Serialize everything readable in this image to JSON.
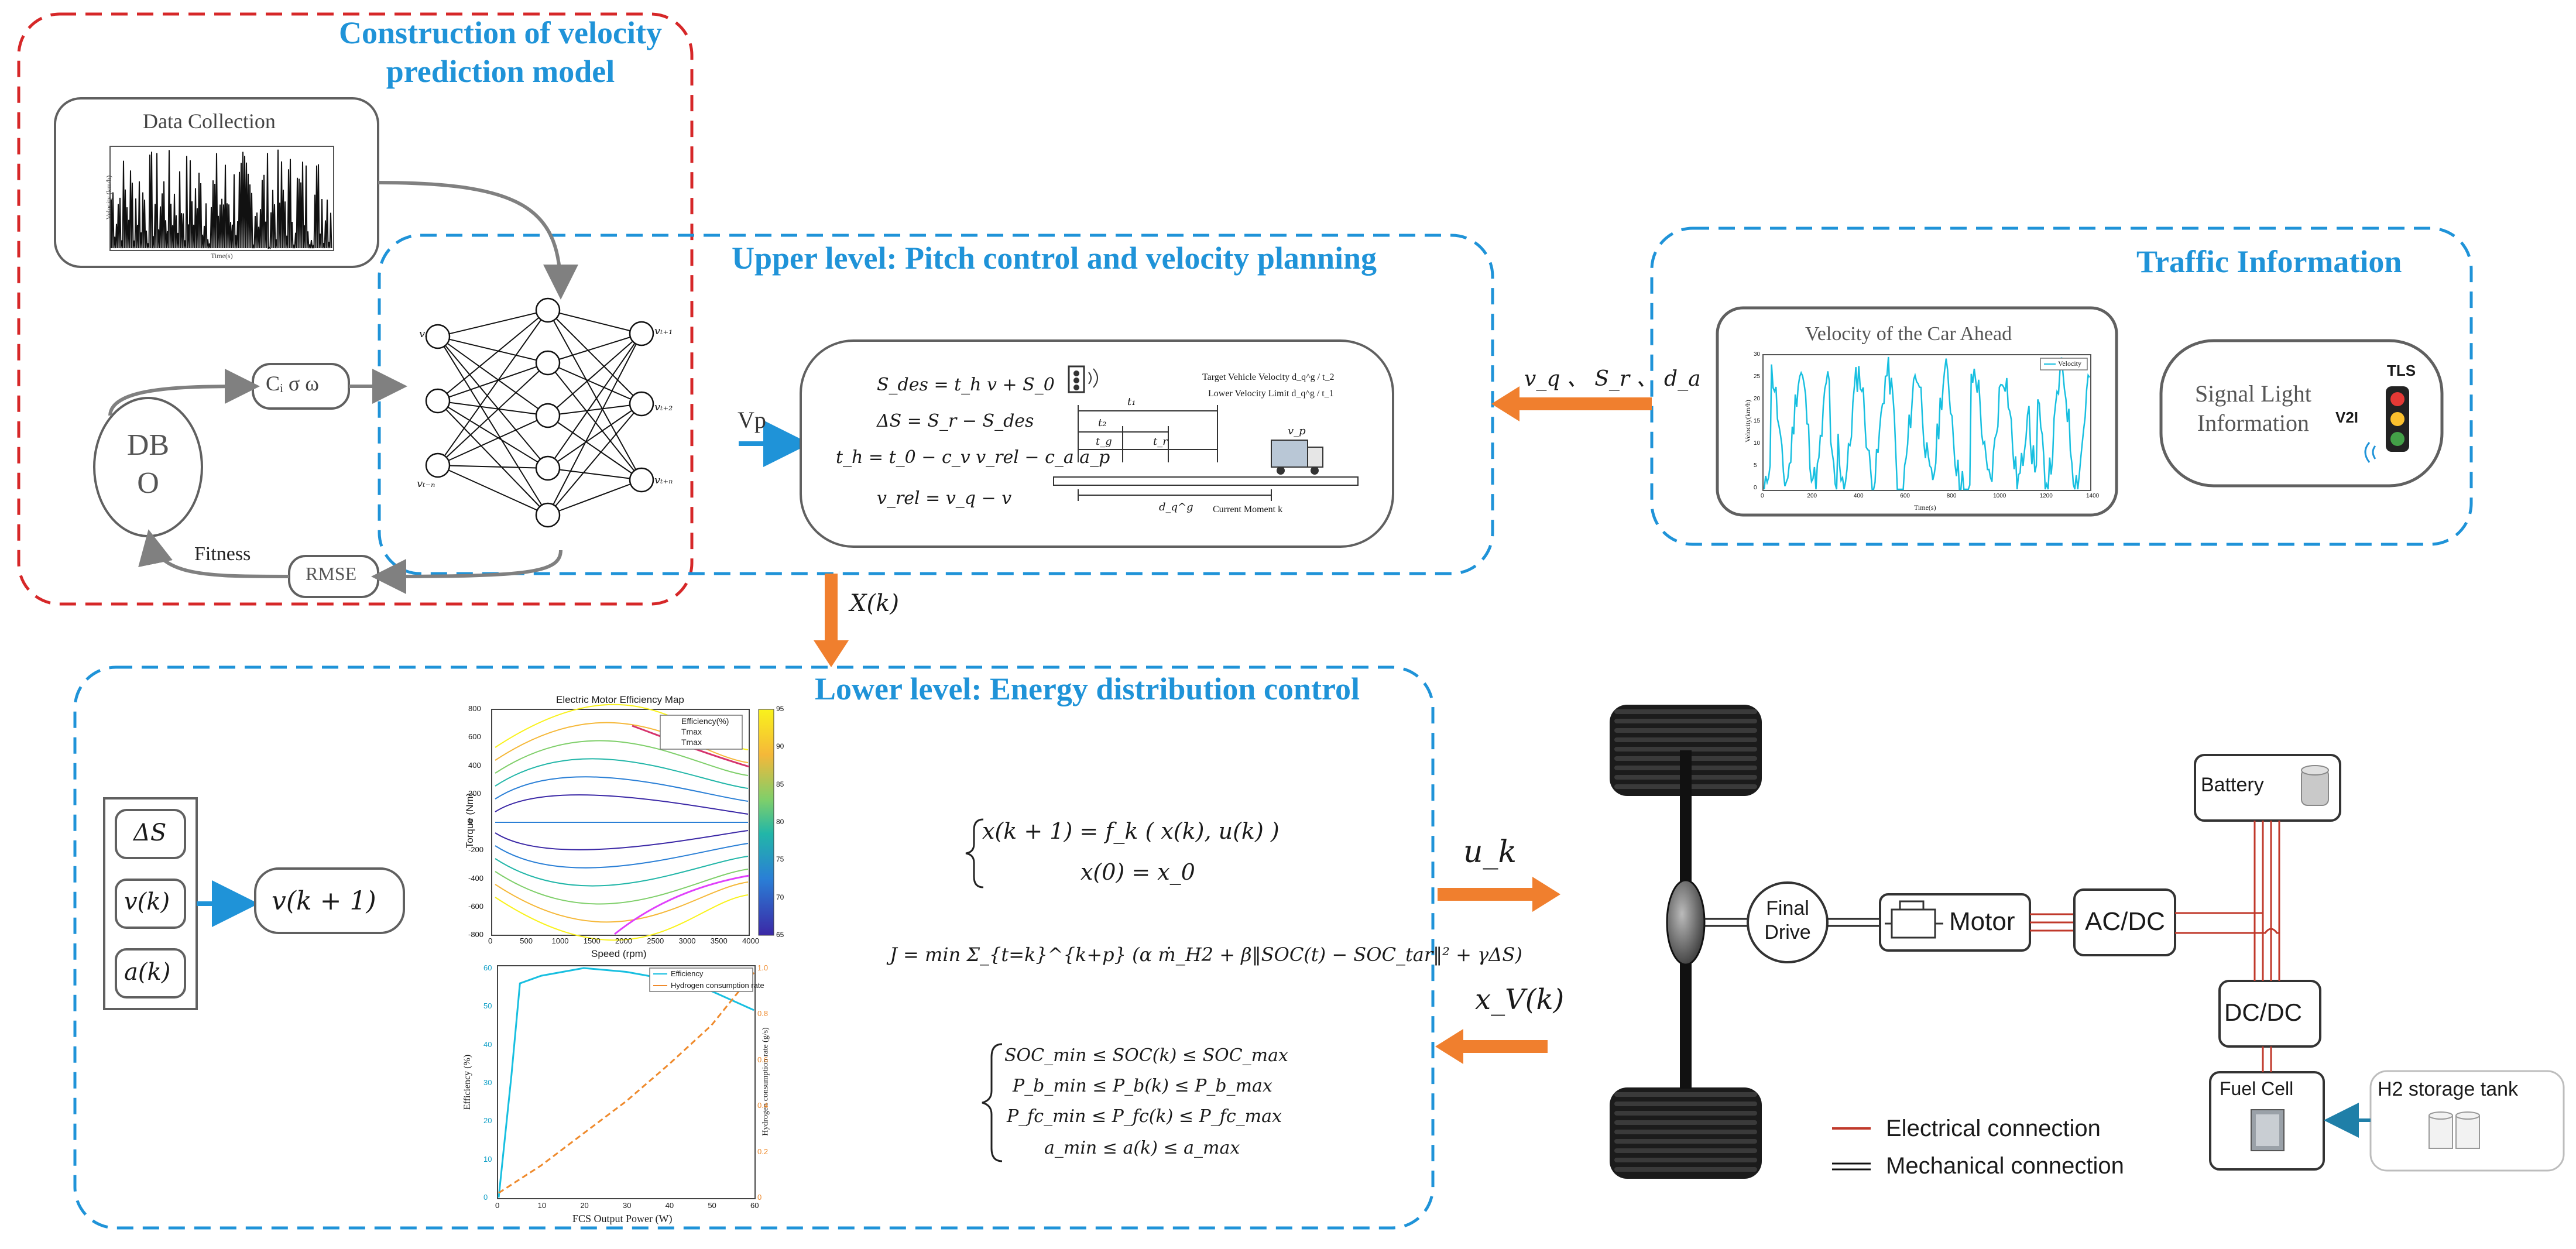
{
  "titles": {
    "construction": "Construction of velocity\nprediction model",
    "upper": "Upper level: Pitch control and velocity planning",
    "traffic": "Traffic Information",
    "lower": "Lower level: Energy distribution control"
  },
  "prediction": {
    "data_collection": "Data Collection",
    "dc_chart_ylabel": "Velocity (km/h)",
    "dc_chart_xlabel": "Time(s)",
    "dbo": "DB\nO",
    "params": "Cᵢ  σ  ω",
    "rmse": "RMSE",
    "fitness": "Fitness",
    "nn_in_top": "vₜ",
    "nn_in_bot": "vₜ₋ₙ",
    "nn_out_top": "vₜ₊₁",
    "nn_out_mid": "vₜ₊₂",
    "nn_out_bot": "vₜ₊ₙ",
    "vp_label": "Vp"
  },
  "upper": {
    "eq1": "S_des = t_h v + S_0",
    "eq2": "ΔS = S_r − S_des",
    "eq3": "t_h = t_0 − c_v v_rel − c_a a_p",
    "eq4": "v_rel = v_q − v",
    "target_velocity": "Target Vehicle Velocity  d_q^g / t_2",
    "lower_velocity": "Lower Velocity Limit  d_q^g / t_1",
    "t1": "t₁",
    "t2": "t₂",
    "tg": "t_g",
    "tr": "t_r",
    "vp_label": "v_p",
    "dq": "d_q^g",
    "current_moment": "Current Moment  k"
  },
  "traffic": {
    "arrow_label": "v_q 、 S_r 、 d_a",
    "car_ahead_title": "Velocity of the Car Ahead",
    "car_ahead_legend": "Velocity",
    "car_ahead_xlabel": "Time(s)",
    "car_ahead_ylabel": "Velocity(km/h)",
    "car_ahead_yticks": [
      "0",
      "5",
      "10",
      "15",
      "20",
      "25",
      "30"
    ],
    "car_ahead_xticks": [
      "0",
      "200",
      "400",
      "600",
      "800",
      "1000",
      "1200",
      "1400"
    ],
    "signal_light": "Signal Light\nInformation",
    "tls": "TLS",
    "v2i": "V2I"
  },
  "xk_label": "X(k)",
  "lower": {
    "input_ds": "ΔS",
    "input_vk": "v(k)",
    "input_ak": "a(k)",
    "output": "v(k + 1)",
    "sys_eq1": "x(k + 1) = f_k ( x(k),  u(k) )",
    "sys_eq2": "x(0) = x_0",
    "cost": "J = min Σ_{t=k}^{k+p} (α ṁ_H2 + β‖SOC(t) − SOC_tar‖² + γΔS)",
    "c1": "SOC_min ≤ SOC(k) ≤ SOC_max",
    "c2": "P_b_min ≤ P_b(k) ≤ P_b_max",
    "c3": "P_fc_min ≤ P_fc(k) ≤ P_fc_max",
    "c4": "a_min ≤ a(k) ≤ a_max",
    "motor_map": {
      "title": "Electric Motor Efficiency Map",
      "xlabel": "Speed (rpm)",
      "ylabel": "Torque (Nm)",
      "legend": [
        "Efficiency(%)",
        "Tmax",
        "Tmax"
      ],
      "yticks": [
        "800",
        "600",
        "400",
        "200",
        "0",
        "-200",
        "-400",
        "-600",
        "-800"
      ],
      "xticks": [
        "0",
        "500",
        "1000",
        "1500",
        "2000",
        "2500",
        "3000",
        "3500",
        "4000"
      ],
      "cbar_ticks": [
        "95",
        "90",
        "85",
        "80",
        "75",
        "70",
        "65"
      ]
    },
    "fcs_chart": {
      "xlabel": "FCS Output Power (W)",
      "ylabel_left": "Efficiency (%)",
      "ylabel_right": "Hydrogen consumption rate (g/s)",
      "legend": [
        "Efficiency",
        "Hydrogen consumption rate"
      ],
      "xticks": [
        "0",
        "10",
        "20",
        "30",
        "40",
        "50",
        "60"
      ],
      "yticks_left": [
        "0",
        "10",
        "20",
        "30",
        "40",
        "50",
        "60"
      ],
      "yticks_right": [
        "0",
        "0.2",
        "0.4",
        "0.6",
        "0.8",
        "1.0"
      ]
    }
  },
  "control": {
    "uk": "u_k",
    "xv": "x_V(k)"
  },
  "powertrain": {
    "final_drive": "Final\nDrive",
    "motor": "Motor",
    "acdc": "AC/DC",
    "dcdc": "DC/DC",
    "battery": "Battery",
    "fuel_cell": "Fuel Cell",
    "h2_tank": "H2 storage tank",
    "legend_electrical": "Electrical connection",
    "legend_mechanical": "Mechanical connection"
  },
  "colors": {
    "title_blue": "#1f93d8",
    "dashed_blue": "#1f93d8",
    "dashed_red": "#d62728",
    "arrow_orange": "#f07f2e",
    "arrow_blue": "#1f93d8",
    "electrical_red": "#c0392b",
    "cyan_line": "#17bfe0",
    "orange_line": "#ef8a2c"
  }
}
